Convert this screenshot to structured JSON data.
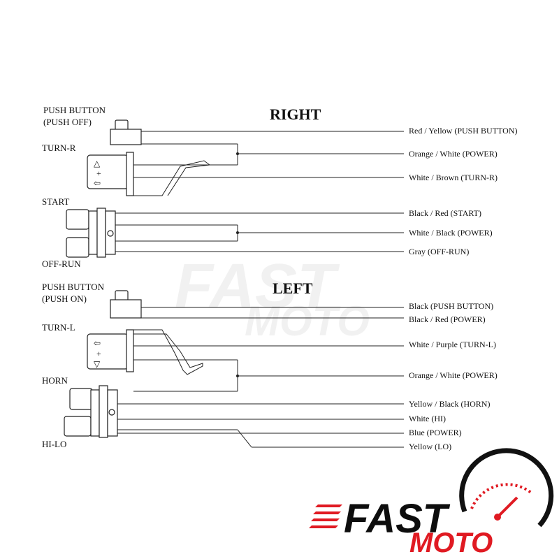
{
  "headings": {
    "right": "RIGHT",
    "left": "LEFT"
  },
  "components": {
    "push_button_right": [
      "PUSH BUTTON",
      "(PUSH OFF)"
    ],
    "turn_r": "TURN-R",
    "start": "START",
    "off_run": "OFF-RUN",
    "push_button_left": [
      "PUSH BUTTON",
      "(PUSH ON)"
    ],
    "turn_l": "TURN-L",
    "horn": "HORN",
    "hi_lo": "HI-LO"
  },
  "wires_right": [
    "Red / Yellow (PUSH BUTTON)",
    "Orange / White (POWER)",
    "White / Brown (TURN-R)",
    "Black / Red (START)",
    "White / Black (POWER)",
    "Gray (OFF-RUN)"
  ],
  "wires_left": [
    "Black (PUSH BUTTON)",
    "Black / Red (POWER)",
    "White / Purple (TURN-L)",
    "Orange / White (POWER)",
    "Yellow / Black (HORN)",
    "White (HI)",
    "Blue (POWER)",
    "Yellow (LO)"
  ],
  "logo": {
    "line1": "FAST",
    "line2": "MOTO"
  },
  "colors": {
    "brand_red": "#e01a22",
    "brand_black": "#0d0d0d"
  }
}
